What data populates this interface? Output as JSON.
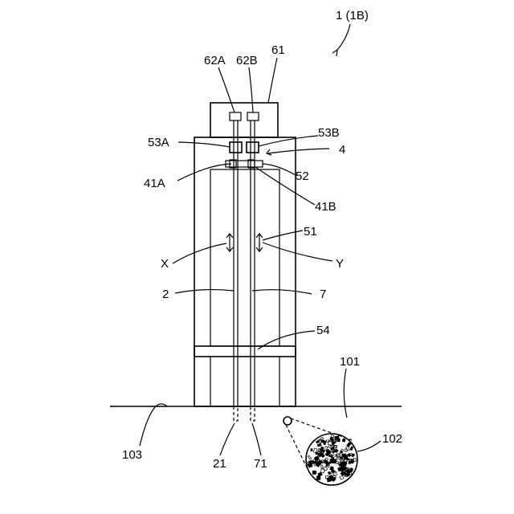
{
  "figure": {
    "labels": {
      "device": "1 (1B)",
      "l62A": "62A",
      "l62B": "62B",
      "l61": "61",
      "l53A": "53A",
      "l53B": "53B",
      "l4": "4",
      "l41A": "41A",
      "l52": "52",
      "l41B": "41B",
      "l51": "51",
      "lX": "X",
      "lY": "Y",
      "l2": "2",
      "l7": "7",
      "l54": "54",
      "l101": "101",
      "l102": "102",
      "l103": "103",
      "l21": "21",
      "l71": "71"
    }
  }
}
